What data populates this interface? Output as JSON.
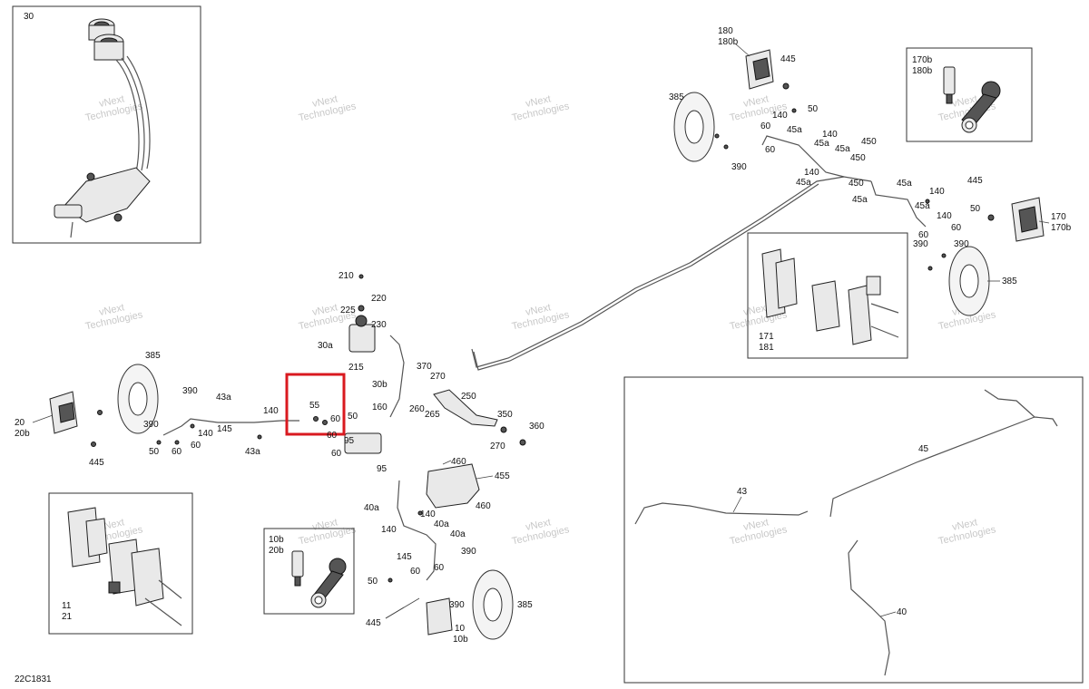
{
  "diagram_code": "22C1831",
  "watermark": {
    "line1": "vNext",
    "line2": "Technologies"
  },
  "callouts": {
    "c30": "30",
    "c180": "180",
    "c180b": "180b",
    "c445a": "445",
    "c385a": "385",
    "c50a": "50",
    "c140a": "140",
    "c60a": "60",
    "c45aa": "45a",
    "c60b": "60",
    "c140b": "140",
    "c45ab": "45a",
    "c390a": "390",
    "c45ac": "45a",
    "c450a": "450",
    "c450b": "450",
    "c140c": "140",
    "c45ad": "45a",
    "c450c": "450",
    "c45ae": "45a",
    "c45af": "45a",
    "c140d": "140",
    "c45ag": "45a",
    "c140e": "140",
    "c50b": "50",
    "c60c": "60",
    "c60d": "60",
    "c390b": "390",
    "c390c": "390",
    "c445b": "445",
    "c170": "170",
    "c170b": "170b",
    "c385b": "385",
    "c170bb": "170b",
    "c180bb": "180b",
    "c171": "171",
    "c181": "181",
    "c210": "210",
    "c220": "220",
    "c225": "225",
    "c230": "230",
    "c30a": "30a",
    "c215": "215",
    "c30b": "30b",
    "c370": "370",
    "c270a": "270",
    "c250": "250",
    "c260": "260",
    "c265": "265",
    "c160": "160",
    "c350": "350",
    "c360": "360",
    "c270b": "270",
    "c385c": "385",
    "c390d": "390",
    "c43a": "43a",
    "c140f": "140",
    "c390e": "390",
    "c145a": "145",
    "c140g": "140",
    "c60e": "60",
    "c50c": "50",
    "c60f": "60",
    "c43ab": "43a",
    "c20": "20",
    "c20b": "20b",
    "c445c": "445",
    "c55": "55",
    "c60g": "60",
    "c50d": "50",
    "c60h": "60",
    "c95a": "95",
    "c60i": "60",
    "c95b": "95",
    "c460a": "460",
    "c455": "455",
    "c460b": "460",
    "c40a": "40a",
    "c140h": "140",
    "c40ab": "40a",
    "c140i": "140",
    "c40ac": "40a",
    "c145b": "145",
    "c390f": "390",
    "c60j": "60",
    "c60k": "60",
    "c50e": "50",
    "c390g": "390",
    "c385d": "385",
    "c445d": "445",
    "c10": "10",
    "c10b": "10b",
    "c10bb": "10b",
    "c20bb": "20b",
    "c11": "11",
    "c21": "21",
    "c45": "45",
    "c43": "43",
    "c40": "40"
  }
}
